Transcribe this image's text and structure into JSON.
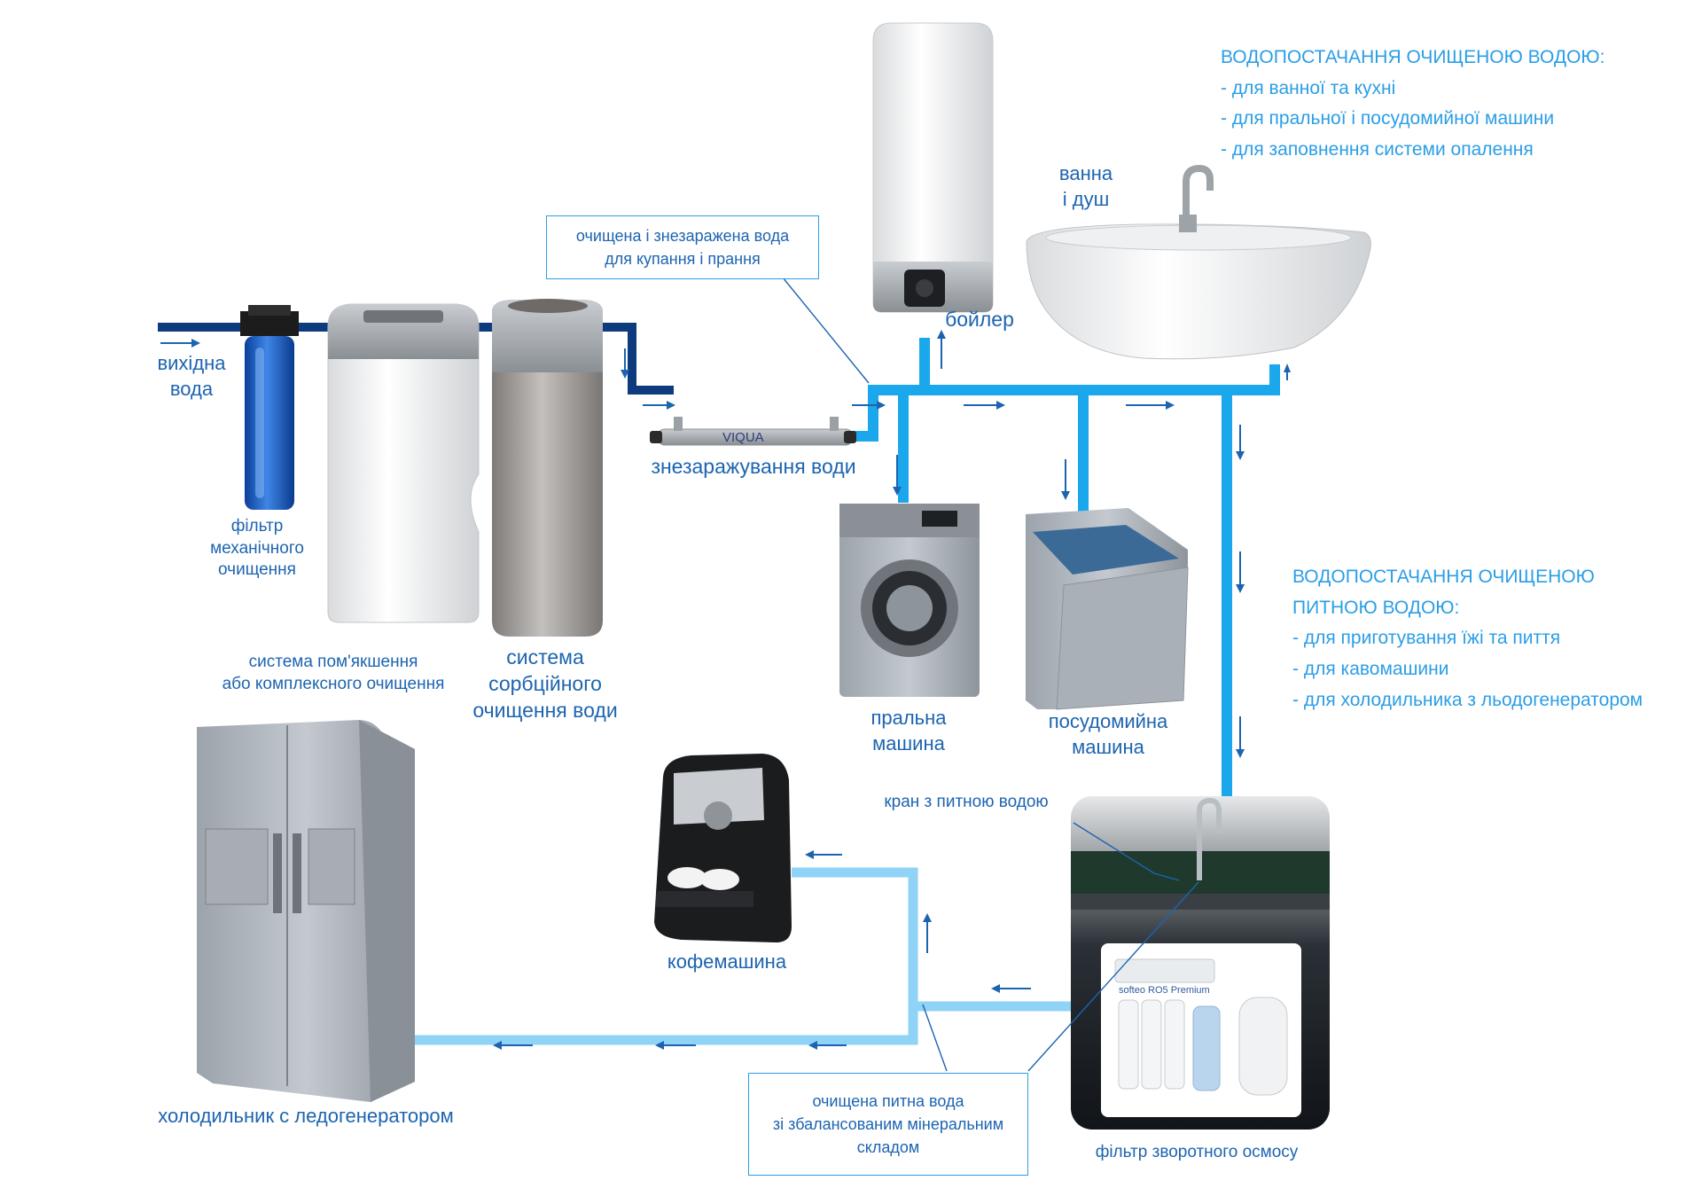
{
  "info_top": {
    "title": "ВОДОПОСТАЧАННЯ ОЧИЩЕНОЮ ВОДОЮ:",
    "items": [
      "- для ванної та кухні",
      "- для пральної і посудомийної машини",
      "- для заповнення системи опалення"
    ]
  },
  "info_right": {
    "title_line1": "ВОДОПОСТАЧАННЯ ОЧИЩЕНОЮ",
    "title_line2": "ПИТНОЮ ВОДОЮ:",
    "items": [
      "- для приготування їжі та пиття",
      "- для кавомашини",
      "- для холодильника з льодогенератором"
    ]
  },
  "callout_top": {
    "line1": "очищена і знезаражена вода",
    "line2": "для купання і прання"
  },
  "callout_bottom": {
    "line1": "очищена питна вода",
    "line2": "зі збалансованим мінеральним",
    "line3": "складом"
  },
  "labels": {
    "inlet": {
      "line1": "вихідна",
      "line2": "вода"
    },
    "mech_filter": {
      "line1": "фільтр",
      "line2": "механічного",
      "line3": "очищення"
    },
    "softener": {
      "line1": "система пом'якшення",
      "line2": "або комплексного очищення"
    },
    "sorption": {
      "line1": "система",
      "line2": "сорбційного",
      "line3": "очищення води"
    },
    "uv": "знезаражування води",
    "uv_brand": "VIQUA",
    "boiler": "бойлер",
    "bath": {
      "line1": "ванна",
      "line2": "і душ"
    },
    "washer": {
      "line1": "пральна",
      "line2": "машина"
    },
    "dishwasher": {
      "line1": "посудомийна",
      "line2": "машина"
    },
    "tap": "кран з питною водою",
    "coffee": "кофемашина",
    "fridge": "холодильник с ледогенератором",
    "ro_filter": "фільтр зворотного осмосу",
    "ro_brand": "softeo RO5 Premium"
  },
  "colors": {
    "raw_pipe": "#0d3b7d",
    "treated_pipe": "#1aa7ec",
    "drinking_pipe": "#8fd3f7",
    "label_text": "#1d64b0",
    "info_text": "#2b9ee6"
  }
}
